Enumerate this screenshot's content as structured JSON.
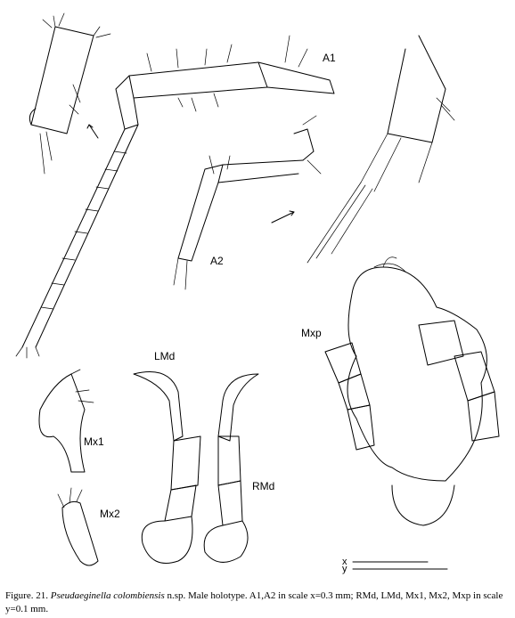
{
  "plate": {
    "labels": {
      "a1": "A1",
      "a2": "A2",
      "mxp": "Mxp",
      "lmd": "LMd",
      "mx1": "Mx1",
      "rmd": "RMd",
      "mx2": "Mx2",
      "scale_x": "x",
      "scale_y": "y"
    }
  },
  "caption": {
    "prefix": "Figure. 21.",
    "species": "Pseudaeginella colombiensis",
    "suffix": "n.sp. Male holotype. A1,A2 in scale x=0.3 mm; RMd, LMd, Mx1, Mx2, Mxp in scale y=0.1 mm."
  }
}
